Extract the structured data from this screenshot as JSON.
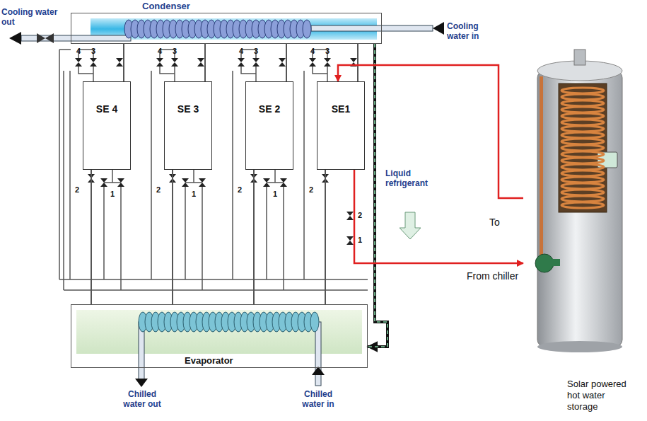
{
  "diagram": {
    "nodes": [
      {
        "text": [
          "Condenser"
        ]
      },
      {
        "text": [
          "SE 4"
        ]
      },
      {
        "text": [
          "SE 3"
        ]
      },
      {
        "text": [
          "SE 2"
        ]
      },
      {
        "text": [
          "SE1"
        ]
      },
      {
        "text": [
          "Evaporator"
        ]
      },
      {
        "text": [
          "Solar powered hot water storage"
        ]
      }
    ],
    "edges": [
      {
        "from": 0,
        "to": 5,
        "arrow": "to"
      },
      {
        "from": 1,
        "to": 0,
        "arrow": "none"
      },
      {
        "from": 2,
        "to": 0,
        "arrow": "none"
      },
      {
        "from": 3,
        "to": 0,
        "arrow": "none"
      },
      {
        "from": 4,
        "to": 0,
        "arrow": "none"
      },
      {
        "from": 5,
        "to": 1,
        "arrow": "none"
      },
      {
        "from": 5,
        "to": 2,
        "arrow": "none"
      },
      {
        "from": 5,
        "to": 3,
        "arrow": "none"
      },
      {
        "from": 5,
        "to": 4,
        "arrow": "none"
      },
      {
        "from": 6,
        "to": 4,
        "arrow": "to"
      },
      {
        "from": 4,
        "to": 6,
        "arrow": "to"
      }
    ],
    "labels": [
      "Cooling water out",
      "Cooling water in",
      "Liquid refrigerant",
      "To",
      "From chiller",
      "Chilled water out",
      "Chilled water in",
      "4",
      "3",
      "4",
      "3",
      "4",
      "3",
      "4",
      "3",
      "2",
      "1",
      "2",
      "1",
      "2",
      "1",
      "2",
      "2",
      "1"
    ]
  }
}
